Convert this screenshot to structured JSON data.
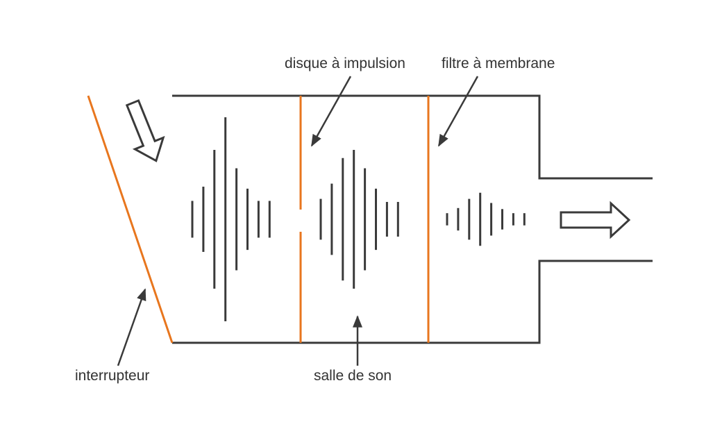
{
  "labels": {
    "pulse_disc": "disque à impulsion",
    "membrane_filter": "filtre à membrane",
    "switch": "interrupteur",
    "sound_room": "salle de son"
  },
  "colors": {
    "outline": "#3a3a3a",
    "accent": "#e8761e",
    "text": "#333333",
    "background": "#ffffff"
  },
  "icons": {
    "inlet_arrow": "arrow-down-right-outline-icon",
    "outlet_arrow": "arrow-right-outline-icon"
  },
  "sound_waves": [
    {
      "name": "wave-group-1",
      "amplitudes": [
        0.18,
        0.32,
        0.68,
        1.0,
        0.5,
        0.3,
        0.18,
        0.18
      ]
    },
    {
      "name": "wave-group-2",
      "amplitudes": [
        0.2,
        0.35,
        0.6,
        0.68,
        0.5,
        0.3,
        0.17,
        0.17
      ]
    },
    {
      "name": "wave-group-3",
      "amplitudes": [
        0.06,
        0.11,
        0.2,
        0.26,
        0.16,
        0.1,
        0.06,
        0.06
      ]
    }
  ]
}
